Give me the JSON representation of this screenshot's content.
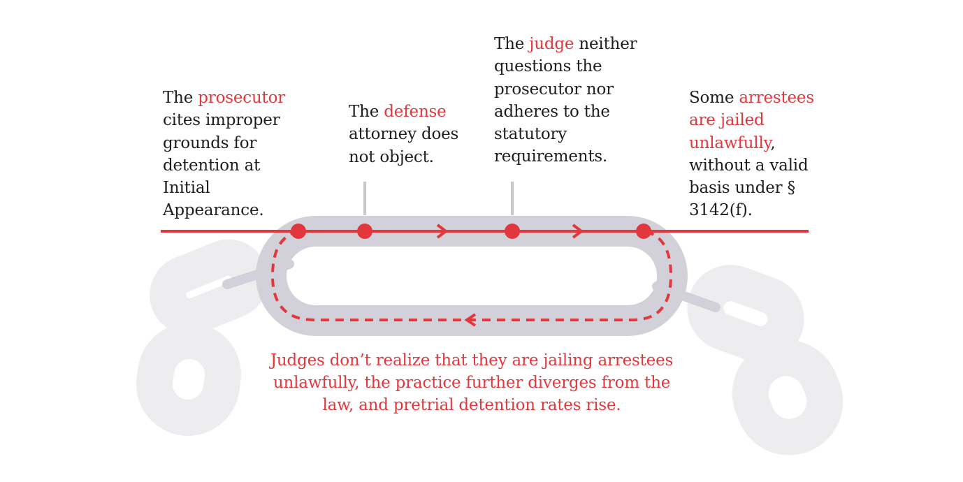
{
  "colors": {
    "accent": "#e2373c",
    "text": "#1e1e1e",
    "chain_link": "#d2d1da",
    "chain_faded": "#ededf0",
    "connector": "#c8c8cc"
  },
  "steps": [
    {
      "before": "The ",
      "accent": "prosecutor",
      "after": " cites improper grounds for detention at Initial Appearance."
    },
    {
      "before": "The ",
      "accent": "defense",
      "after": " attorney does not object."
    },
    {
      "before": "The ",
      "accent": "judge",
      "after": " neither questions the prosecutor nor adheres to the statutory requirements."
    },
    {
      "before": "Some ",
      "accent": "arrestees are jailed unlawfully",
      "after": ", without a valid basis under § 3142(f)."
    }
  ],
  "caption": "Judges don’t realize that they are jailing arrestees unlawfully, the practice further diverges from the law, and pretrial detention rates rise."
}
